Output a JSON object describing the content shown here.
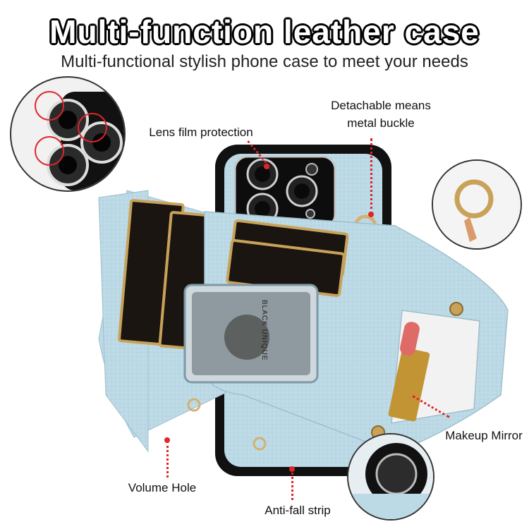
{
  "headline": "Multi-function leather case",
  "subheadline": "Multi-functional stylish phone case to meet your needs",
  "callouts": {
    "lens": "Lens film protection",
    "buckle_line1": "Detachable means",
    "buckle_line2": "metal buckle",
    "mirror": "Makeup Mirror",
    "volume": "Volume Hole",
    "antifall": "Anti-fall strip"
  },
  "card_text": {
    "brand": "BLACK UNIQUE"
  },
  "colors": {
    "case_blue": "#bcd9e6",
    "accent_red": "#e0242b",
    "black": "#111111",
    "gold": "#c9a25a"
  }
}
